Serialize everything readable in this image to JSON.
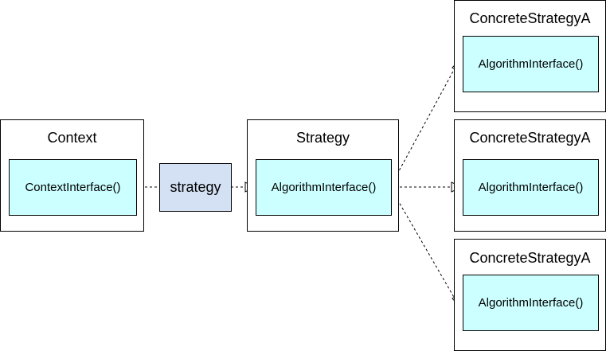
{
  "context": {
    "title": "Context",
    "method": "ContextInterface()"
  },
  "association": {
    "label": "strategy"
  },
  "strategy": {
    "title": "Strategy",
    "method": "AlgorithmInterface()"
  },
  "concrete_strategies": [
    {
      "title": "ConcreteStrategyA",
      "method": "AlgorithmInterface()"
    },
    {
      "title": "ConcreteStrategyA",
      "method": "AlgorithmInterface()"
    },
    {
      "title": "ConcreteStrategyA",
      "method": "AlgorithmInterface()"
    }
  ],
  "colors": {
    "method_fill": "#ccffff",
    "association_fill": "#d4e1f5",
    "stroke": "#000000"
  }
}
